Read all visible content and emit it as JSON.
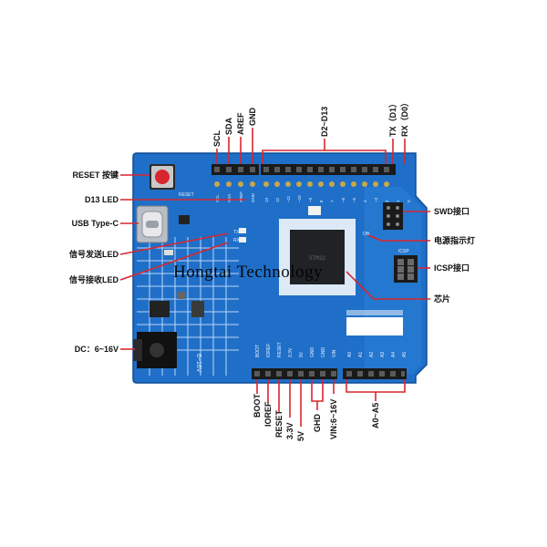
{
  "colors": {
    "pcb": "#1f6fc8",
    "pcb_dark": "#12509a",
    "annotation": "#d8262f",
    "header": "#1a1a1a",
    "gold": "#c9a74a",
    "silk": "#e8f0ff"
  },
  "top_labels": {
    "scl": "SCL",
    "sda": "SDA",
    "aref": "AREF",
    "gnd": "GND",
    "d2_d13": "D2~D13",
    "tx": "TX（D1）",
    "rx": "RX（D0）"
  },
  "left_labels": {
    "reset": "RESET 按键",
    "d13_led": "D13 LED",
    "usb": "USB Type-C",
    "tx_led": "信号发送LED",
    "rx_led": "信号接收LED",
    "dc": "DC：6~16V"
  },
  "right_labels": {
    "swd": "SWD接口",
    "power_led": "电源指示灯",
    "icsp": "ICSP接口",
    "chip": "芯片"
  },
  "bottom_labels": {
    "boot": "BOOT",
    "ioref": "IOREF",
    "reset": "RESET",
    "v33": "3.3V",
    "v5": "5V",
    "ghd": "GHD",
    "vin": "VIN:6~16V",
    "a0_a5": "A0~A5"
  },
  "board_silk": {
    "icsp": "ICSP",
    "dc_range": "6~16V",
    "on": "ON",
    "tx": "TX",
    "rx": "RX",
    "reset": "RESET",
    "power_pins": [
      "BOOT",
      "IOREF",
      "RESET",
      "3.3V",
      "5V",
      "GND",
      "GND",
      "VIN"
    ],
    "analog_pins": [
      "A0",
      "A1",
      "A2",
      "A3",
      "A4",
      "A5"
    ],
    "top_pins": [
      "SCL",
      "SDA",
      "AREF",
      "GND",
      "13",
      "12",
      "~11",
      "~10",
      "~9",
      "8",
      "7",
      "~6",
      "~5",
      "4",
      "~3",
      "2",
      "1",
      "0"
    ]
  },
  "watermark": "Hongtai Technology"
}
